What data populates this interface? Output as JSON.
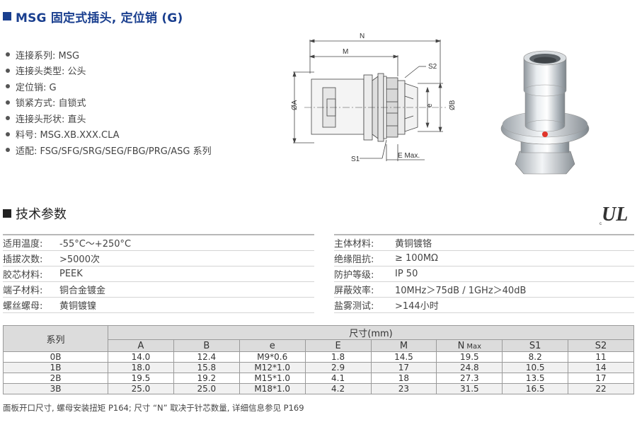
{
  "title": "MSG 固定式插头, 定位销 (G)",
  "features": [
    "连接系列: MSG",
    "连接头类型: 公头",
    "定位销: G",
    "锁紧方式: 自锁式",
    "连接头形状: 直头",
    "料号: MSG.XB.XXX.CLA",
    "适配: FSG/SFG/SRG/SEG/FBG/PRG/ASG 系列"
  ],
  "drawing_labels": {
    "n": "N",
    "m": "M",
    "s2": "S2",
    "a": "ØA",
    "e": "e",
    "b": "ØB",
    "s1": "S1",
    "emax": "E Max."
  },
  "section_title": "技术参数",
  "ul_mark": "UL",
  "specs_left": [
    {
      "label": "适用温度:",
      "value": "-55°C～+250°C"
    },
    {
      "label": "插拔次数:",
      "value": ">5000次"
    },
    {
      "label": "胶芯材料:",
      "value": "PEEK"
    },
    {
      "label": "端子材料:",
      "value": "铜合金镀金"
    },
    {
      "label": "螺丝螺母:",
      "value": "黄铜镀镍"
    }
  ],
  "specs_right": [
    {
      "label": "主体材料:",
      "value": "黄铜镀铬"
    },
    {
      "label": "绝缘阻抗:",
      "value": "≥ 100MΩ"
    },
    {
      "label": "防护等级:",
      "value": "IP 50"
    },
    {
      "label": "屏蔽效率:",
      "value": "10MHz＞75dB / 1GHz＞40dB"
    },
    {
      "label": "盐雾测试:",
      "value": ">144小时"
    }
  ],
  "table": {
    "series_header": "系列",
    "dim_header": "尺寸(mm)",
    "columns": [
      {
        "main": "A",
        "sub": ""
      },
      {
        "main": "B",
        "sub": ""
      },
      {
        "main": "e",
        "sub": ""
      },
      {
        "main": "E",
        "sub": ""
      },
      {
        "main": "M",
        "sub": ""
      },
      {
        "main": "N",
        "sub": "Max"
      },
      {
        "main": "S1",
        "sub": ""
      },
      {
        "main": "S2",
        "sub": ""
      }
    ],
    "rows": [
      [
        "0B",
        "14.0",
        "12.4",
        "M9*0.6",
        "1.8",
        "14.5",
        "19.5",
        "8.2",
        "11"
      ],
      [
        "1B",
        "18.0",
        "15.8",
        "M12*1.0",
        "2.9",
        "17",
        "24.8",
        "10.5",
        "14"
      ],
      [
        "2B",
        "19.5",
        "19.2",
        "M15*1.0",
        "4.1",
        "18",
        "27.3",
        "13.5",
        "17"
      ],
      [
        "3B",
        "25.0",
        "25.0",
        "M18*1.0",
        "4.2",
        "23",
        "31.5",
        "16.5",
        "22"
      ]
    ]
  },
  "footnote": "面板开口尺寸, 螺母安装扭矩 P164; 尺寸 “N” 取决于针芯数量, 详细信息参见 P169"
}
